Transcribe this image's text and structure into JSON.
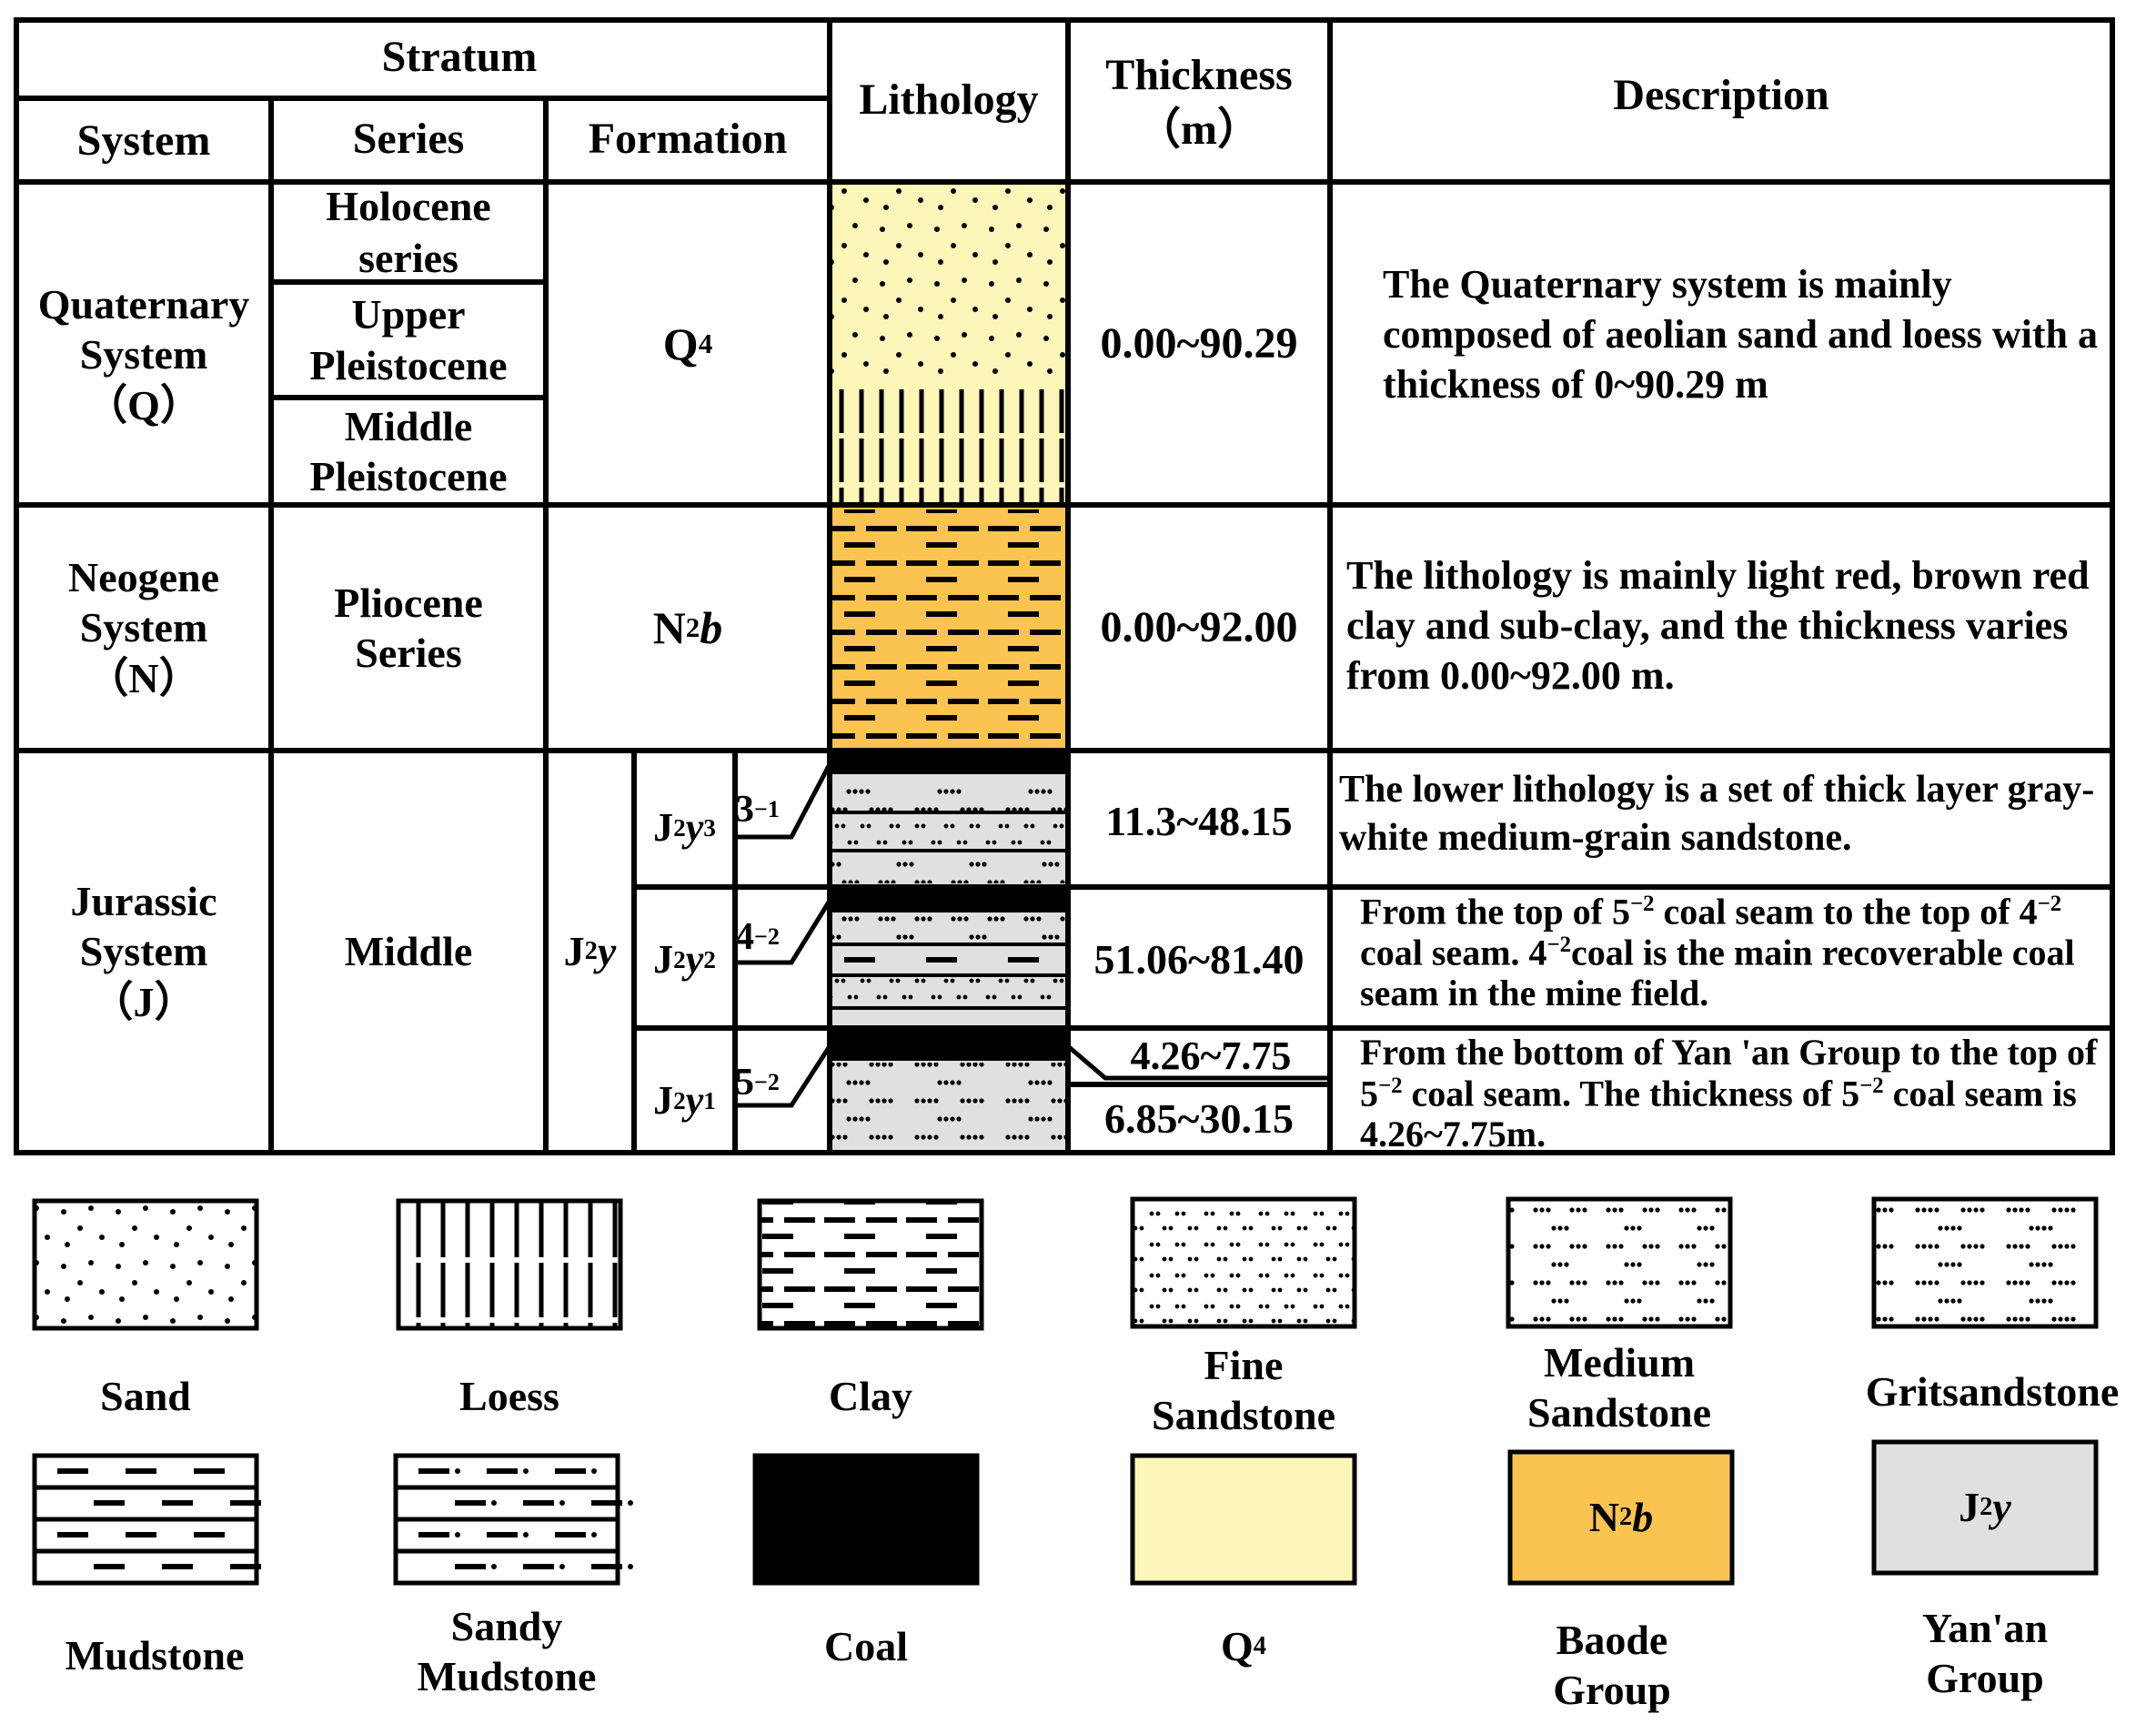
{
  "header": {
    "stratum": "Stratum",
    "system": "System",
    "series": "Series",
    "formation": "Formation",
    "lithology": "Lithology",
    "thickness": "Thickness",
    "thickness_unit": "（m）",
    "description": "Description"
  },
  "rows": {
    "quaternary": {
      "system": "Quaternary\nSystem\n（Q）",
      "series_1": "Holocene\nseries",
      "series_2": "Upper\nPleistocene",
      "series_3": "Middle\nPleistocene",
      "formation_base": "Q",
      "formation_sub": "4",
      "thickness": "0.00~90.29",
      "description": "The Quaternary system is mainly composed of aeolian sand and loess with a thickness of 0~90.29 m"
    },
    "neogene": {
      "system": "Neogene\nSystem\n（N）",
      "series": "Pliocene\nSeries",
      "formation_base": "N",
      "formation_sub": "2",
      "formation_suffix": "b",
      "thickness": "0.00~92.00",
      "description": "The lithology is mainly light red, brown red clay and sub-clay, and the thickness varies from 0.00~92.00 m."
    },
    "jurassic": {
      "system": "Jurassic\nSystem\n（J）",
      "series": "Middle",
      "formation_base": "J",
      "formation_sub": "2",
      "formation_suffix": "y",
      "members": [
        {
          "base": "J",
          "sub": "2",
          "letter": "y",
          "sup": "3",
          "seam": "3",
          "seam_sup": "−1",
          "thickness": "11.3~48.15",
          "description": "The lower lithology is a set of thick layer gray-white medium-grain sandstone."
        },
        {
          "base": "J",
          "sub": "2",
          "letter": "y",
          "sup": "2",
          "seam": "4",
          "seam_sup": "−2",
          "thickness": "51.06~81.40",
          "desc_parts": [
            "From the top of 5",
            "−2",
            " coal seam to the top of 4",
            "−2",
            " coal seam. 4",
            "−2",
            "coal is the main recoverable coal seam in the mine field."
          ]
        },
        {
          "base": "J",
          "sub": "2",
          "letter": "y",
          "sup": "1",
          "seam": "5",
          "seam_sup": "−2",
          "thickness_coal": "4.26~7.75",
          "thickness": "6.85~30.15",
          "desc_parts": [
            "From the bottom of Yan 'an Group to the top of 5",
            "−2",
            " coal seam. The thickness of 5",
            "−2",
            " coal seam is 4.26~7.75m."
          ]
        }
      ]
    }
  },
  "legend": [
    {
      "key": "sand",
      "label": "Sand"
    },
    {
      "key": "loess",
      "label": "Loess"
    },
    {
      "key": "clay",
      "label": "Clay"
    },
    {
      "key": "fine_sandstone",
      "label": "Fine\nSandstone"
    },
    {
      "key": "medium_sandstone",
      "label": "Medium\nSandstone"
    },
    {
      "key": "gritsandstone",
      "label": "Gritsandstone"
    },
    {
      "key": "mudstone",
      "label": "Mudstone"
    },
    {
      "key": "sandy_mudstone",
      "label": "Sandy\nMudstone"
    },
    {
      "key": "coal",
      "label": "Coal"
    },
    {
      "key": "q4",
      "label_base": "Q",
      "label_sub": "4"
    },
    {
      "key": "baode",
      "label": "Baode\nGroup",
      "swatch_base": "N",
      "swatch_sub": "2",
      "swatch_suffix": "b"
    },
    {
      "key": "yanan",
      "label": "Yan'an\nGroup",
      "swatch_base": "J",
      "swatch_sub": "2",
      "swatch_suffix": "y"
    }
  ],
  "colors": {
    "quaternary_fill": "#fdf6b9",
    "neogene_fill": "#fbc450",
    "jurassic_fill": "#e0e0e0",
    "coal": "#000000",
    "line": "#000000"
  }
}
